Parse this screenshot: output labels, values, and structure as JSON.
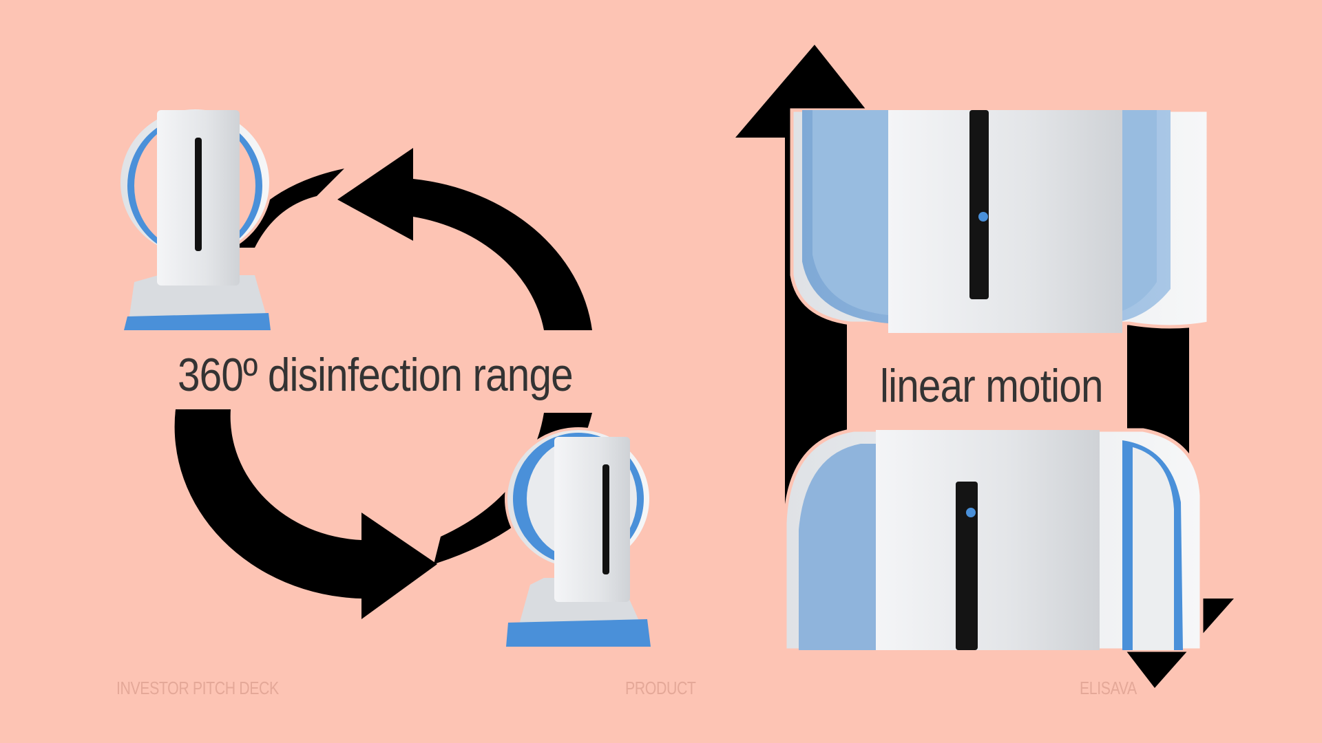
{
  "slide": {
    "rotation_label": "360º disinfection range",
    "linear_label": "linear motion"
  },
  "footer": {
    "left": "INVESTOR PITCH DECK",
    "center": "PRODUCT",
    "right": "ELISAVA"
  },
  "colors": {
    "background": "#fdc4b4",
    "arrow": "#000000",
    "device_body": "#e6e8eb",
    "device_accent": "#4a90d9",
    "text": "#333333",
    "footer_text": "#e4a898"
  },
  "icons": {
    "rotation": "circular-arrows-icon",
    "linear": "up-down-arrows-icon"
  }
}
